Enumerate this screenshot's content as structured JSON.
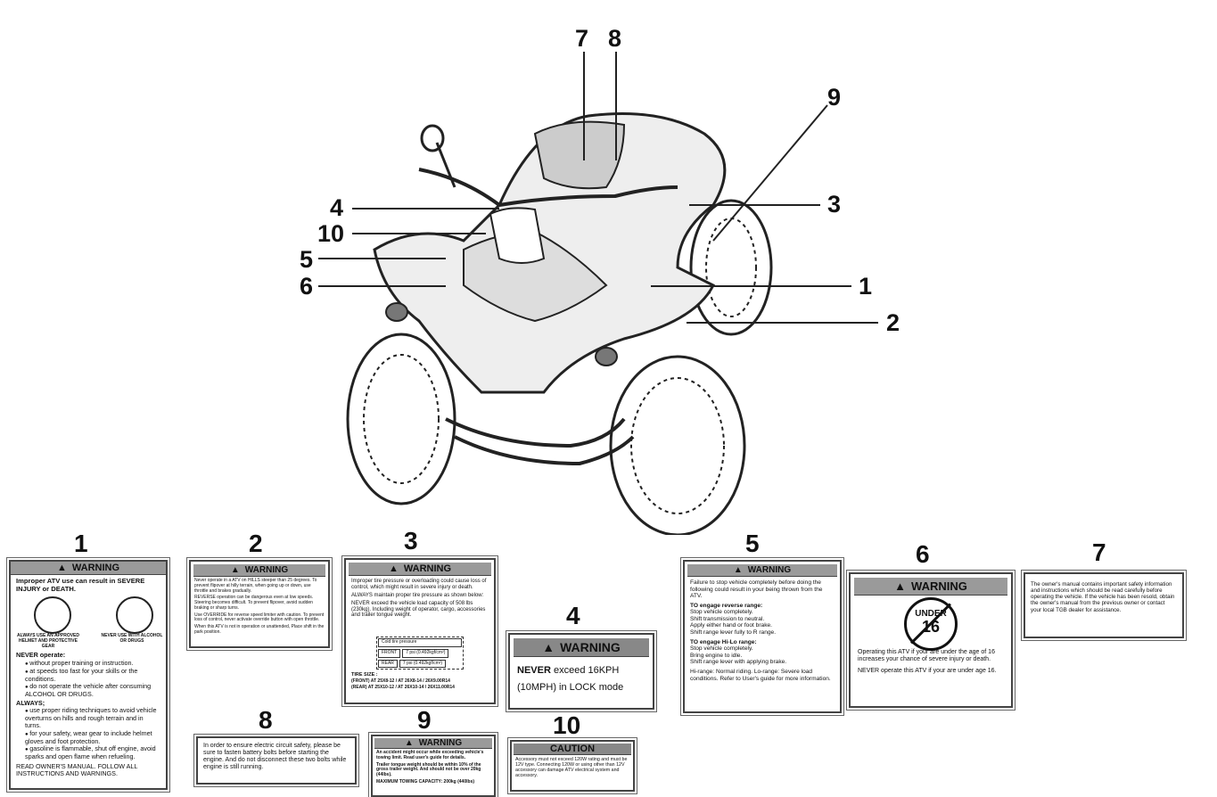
{
  "callouts": [
    "7",
    "8",
    "9",
    "3",
    "4",
    "10",
    "5",
    "6",
    "1",
    "2"
  ],
  "label_numbers": [
    "1",
    "2",
    "3",
    "4",
    "5",
    "6",
    "7",
    "8",
    "9",
    "10"
  ],
  "labels": {
    "l1": {
      "header": "WARNING",
      "headline": "Improper ATV use can result in SEVERE INJURY or DEATH.",
      "icon1_caption": "ALWAYS USE AN APPROVED HELMET AND PROTECTIVE GEAR",
      "icon2_caption": "NEVER USE WITH ALCOHOL OR DRUGS",
      "never_title": "NEVER operate:",
      "never_items": [
        "without proper training or instruction.",
        "at speeds too fast for your skills or the conditions.",
        "do not operate the vehicle after consuming ALCOHOL OR DRUGS."
      ],
      "always_title": "ALWAYS;",
      "always_items": [
        "use proper riding techniques to avoid vehicle overturns on hills and rough terrain and in turns.",
        "for your safety, wear gear to include helmet gloves and foot protection.",
        "gasoline is flammable, shut off engine, avoid sparks and open flame when refueling."
      ],
      "footer": "READ OWNER'S MANUAL. FOLLOW ALL INSTRUCTIONS AND WARNINGS."
    },
    "l2": {
      "header": "WARNING",
      "items": [
        "Never operate in a ATV on HILLS steeper than 25 degrees. To prevent flipover at hilly terrain, when going up or down, use throttle and brakes gradually.",
        "REVERSE operation can be dangerous even at low speeds. Steering becomes difficult. To prevent flipover, avoid sudden braking or sharp turns.",
        "Use OVERRIDE for reverse speed limiter with caution. To prevent loss of control, never activate override button with open throttle.",
        "When this ATV is not in operation or unattended, Place shift in the park position."
      ]
    },
    "l3": {
      "header": "WARNING",
      "p1": "Improper tire pressure or overloading could cause loss of control, which might result in severe injury or death.",
      "p2": "ALWAYS maintain proper tire pressure as shown below:",
      "p3": "NEVER exceed the vehicle load capacity of 508 lbs (230kg). Including weight of operator, cargo, accessories and trailer tongue weight.",
      "tbl_head": "Cold tire pressure",
      "tbl_front": "FRONT",
      "tbl_rear": "REAR",
      "tbl_front_val": "7 psi (0.492kgf/cm²)",
      "tbl_rear_val": "7 psi (0.492kgf/cm²)",
      "tire_title": "TIRE SIZE :",
      "tire_front": "(FRONT) AT 25X8-12 / AT 26X8-14 / 26X9.00R14",
      "tire_rear": "(REAR) AT 25X10-12 / AT 26X10-14 / 26X11.00R14"
    },
    "l4": {
      "header": "WARNING",
      "line1a": "NEVER",
      "line1b": " exceed 16KPH",
      "line2": "(10MPH) in LOCK mode"
    },
    "l5": {
      "header": "WARNING",
      "p1": "Failure to stop vehicle completely before doing the following could result in your being thrown from the ATV.",
      "rev_title": "TO engage reverse range:",
      "rev_items": [
        "Stop vehicle completely.",
        "Shift transmission to neutral.",
        "Apply either hand or foot brake.",
        "Shift range lever fully to R range."
      ],
      "hilo_title": "TO engage Hi-Lo range:",
      "hilo_items": [
        "Stop vehicle completely.",
        "Bring engine to idle.",
        "Shift range lever with applying brake."
      ],
      "p2": "Hi-range: Normal riding. Lo-range: Severe load conditions. Refer to User's guide for more information."
    },
    "l6": {
      "header": "WARNING",
      "badge_top": "UNDER",
      "badge_num": "16",
      "p1": "Operating this ATV if your are under the age of 16 increases your chance of severe injury or death.",
      "p2": "NEVER operate this ATV if your are under age 16."
    },
    "l7": {
      "text": "The owner's manual contains important safety information and instructions which should be read carefully before operating the vehicle. If the vehicle has been resold, obtain the owner's manual from the previous owner or contact your local TGB dealer for assistance."
    },
    "l8": {
      "text": "In order to ensure electric circuit safety, please be sure to fasten battery bolts before starting the engine. And do not disconnect these two bolts while engine is still running."
    },
    "l9": {
      "header": "WARNING",
      "p1": "An accident might occur while exceeding vehicle's towing limit. Read user's guide for details.",
      "p2": "Trailer tongue weight should be within 10% of the gross trailer weight. And should not be over 20kg (44lbs).",
      "p3": "MAXIMUM TOWING CAPACITY: 200kg (440lbs)"
    },
    "l10": {
      "header": "CAUTION",
      "text": "Accessory must not exceed 120W rating and must be 12V type. Connecting 120W or using other than 12V accessory can damage ATV electrical system and accessory."
    }
  }
}
